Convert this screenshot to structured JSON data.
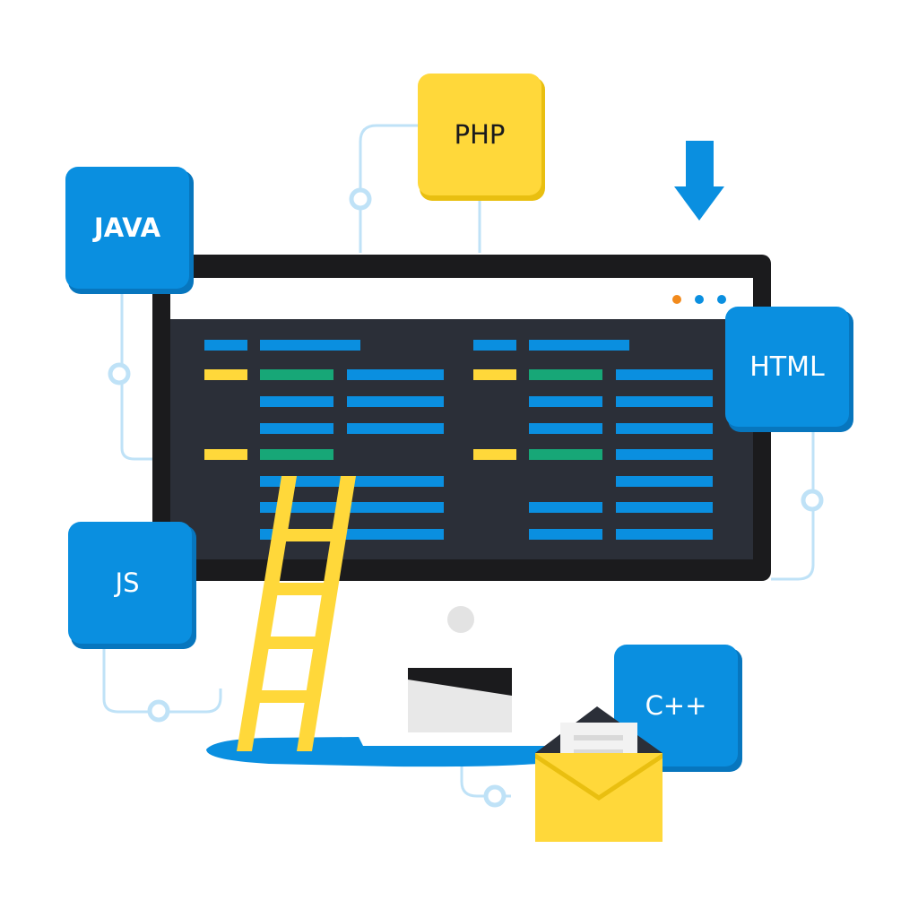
{
  "colors": {
    "blue": "#0A8FE0",
    "yellow": "#FFD83A",
    "dark": "#1B1B1D",
    "screen": "#2B2F38",
    "connector": "#BFE2F7",
    "green": "#17A777"
  },
  "tags": {
    "php": "PHP",
    "java": "JAVA",
    "html": "HTML",
    "js": "JS",
    "cpp": "C++"
  },
  "icons": {
    "arrow": "arrow-down-icon",
    "envelope": "envelope-icon",
    "ladder": "ladder-icon"
  }
}
